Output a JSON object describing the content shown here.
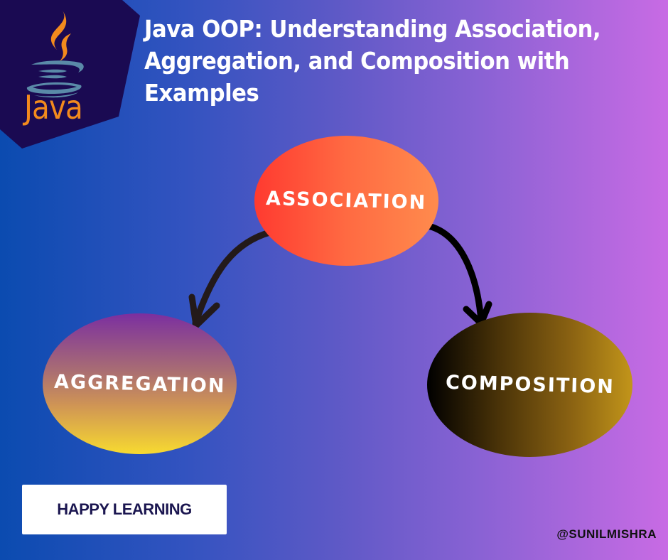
{
  "branding": {
    "logo_word": "Java",
    "logo_icon": "java-coffee-cup-icon",
    "colors": {
      "hex_panel": "#1a0a52",
      "logo_orange": "#f28a1d",
      "logo_steel": "#5a8aa8"
    }
  },
  "header": {
    "title_lines": [
      "Java OOP: Understanding Association,",
      "Aggregation, and Composition with",
      "Examples"
    ]
  },
  "diagram": {
    "nodes": [
      {
        "id": "association",
        "label": "ASSOCIATION",
        "gradient": [
          "#ff3a30",
          "#ff8b4d"
        ]
      },
      {
        "id": "aggregation",
        "label": "AGGREGATION",
        "gradient": [
          "#7b2fa0",
          "#f7da30"
        ]
      },
      {
        "id": "composition",
        "label": "COMPOSITION",
        "gradient": [
          "#000000",
          "#c2951a"
        ]
      }
    ],
    "edges": [
      {
        "from": "association",
        "to": "aggregation",
        "icon": "curved-arrow-icon"
      },
      {
        "from": "association",
        "to": "composition",
        "icon": "curved-arrow-icon"
      }
    ]
  },
  "footer": {
    "badge_label": "HAPPY LEARNING",
    "handle": "@SUNILMISHRA"
  },
  "background": {
    "gradient": [
      "#0b4bb0",
      "#5d59c6",
      "#c86be4"
    ]
  }
}
